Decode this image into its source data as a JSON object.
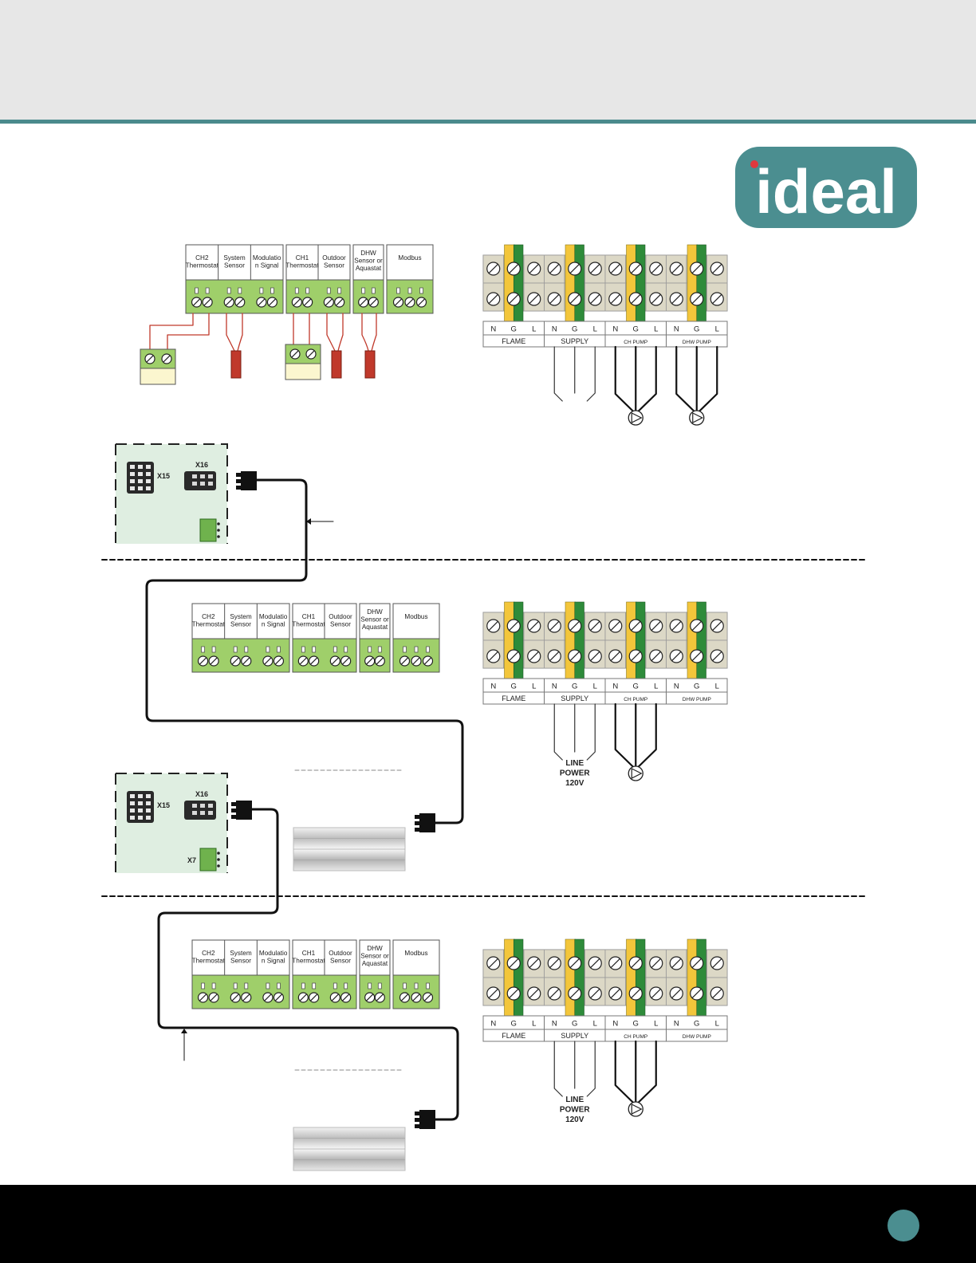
{
  "brand": {
    "logo_text": "ideal",
    "colors": {
      "teal": "#4b8e90",
      "header_bg": "#e7e7e7",
      "terminal_green": "#9fcf6a",
      "wire_red": "#c0392b",
      "earth_yellow": "#f3c63b",
      "earth_green": "#2e8b3a"
    }
  },
  "low_voltage": {
    "labels": [
      "CH2\nThermostat",
      "System\nSensor",
      "Modulatio\nn Signal",
      "CH1\nThermostat",
      "Outdoor\nSensor",
      "DHW\nSensor or\nAquastat",
      "Modbus"
    ]
  },
  "line_voltage": {
    "terminal_letters": [
      "N",
      "G",
      "L",
      "N",
      "G",
      "L",
      "N",
      "G",
      "L",
      "N",
      "G",
      "L"
    ],
    "groups": [
      "FLAME",
      "SUPPLY",
      "CH PUMP",
      "DHW PUMP"
    ],
    "supply_label": "LINE\nPOWER\n120V"
  },
  "boards": [
    {
      "x15": "X15",
      "x16": "X16",
      "x7": ""
    },
    {
      "x15": "X15",
      "x16": "X16",
      "x7": "X7"
    }
  ]
}
